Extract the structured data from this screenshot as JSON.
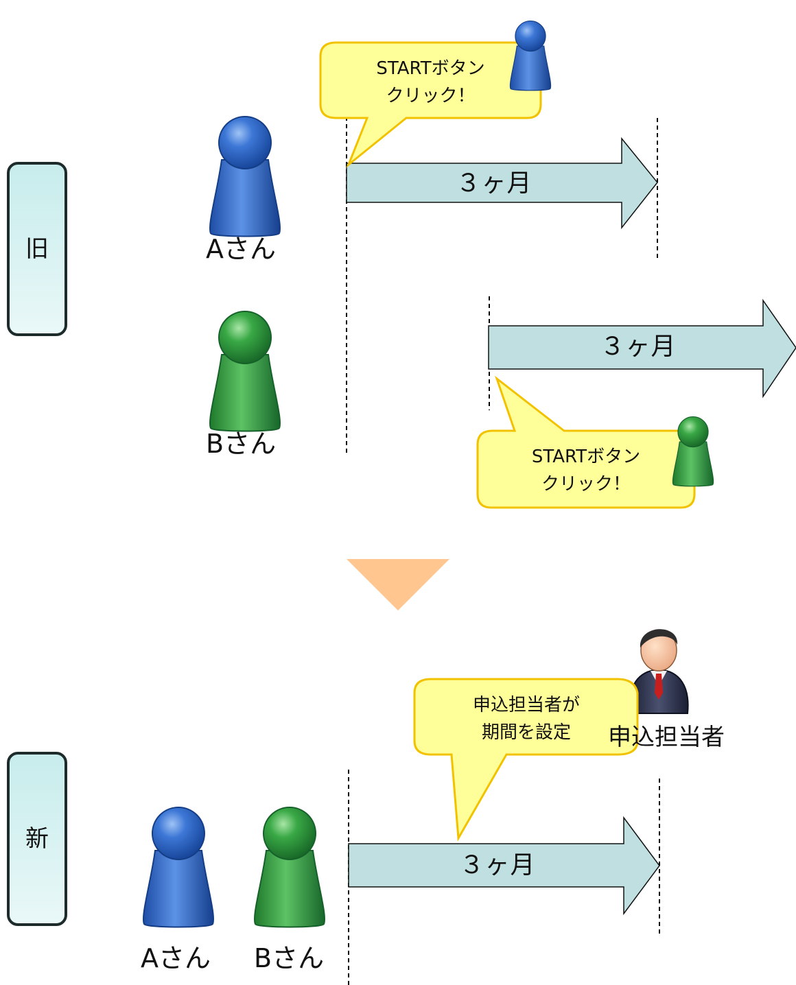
{
  "sections": {
    "old_label": "旧",
    "new_label": "新"
  },
  "old": {
    "person_a": {
      "name": "Aさん",
      "period": "３ヶ月",
      "bubble_line1": "STARTボタン",
      "bubble_line2": "クリック！"
    },
    "person_b": {
      "name": "Bさん",
      "period": "３ヶ月",
      "bubble_line1": "STARTボタン",
      "bubble_line2": "クリック！"
    }
  },
  "new": {
    "person_a": {
      "name": "Aさん"
    },
    "person_b": {
      "name": "Bさん"
    },
    "period": "３ヶ月",
    "bubble_line1": "申込担当者が",
    "bubble_line2": "期間を設定",
    "manager_label": "申込担当者"
  },
  "colors": {
    "arrow_fill": "#BFDFE0",
    "bubble_fill": "#FFFF99",
    "bubble_stroke": "#F2C200",
    "side_fill": "#DDF3F3",
    "pawn_blue": "#2F62C0",
    "pawn_green": "#2A9A3A",
    "down_arrow": "#FFC78F"
  },
  "icons": [
    "pawn-blue-icon",
    "pawn-green-icon",
    "businessman-icon",
    "down-triangle-icon"
  ]
}
